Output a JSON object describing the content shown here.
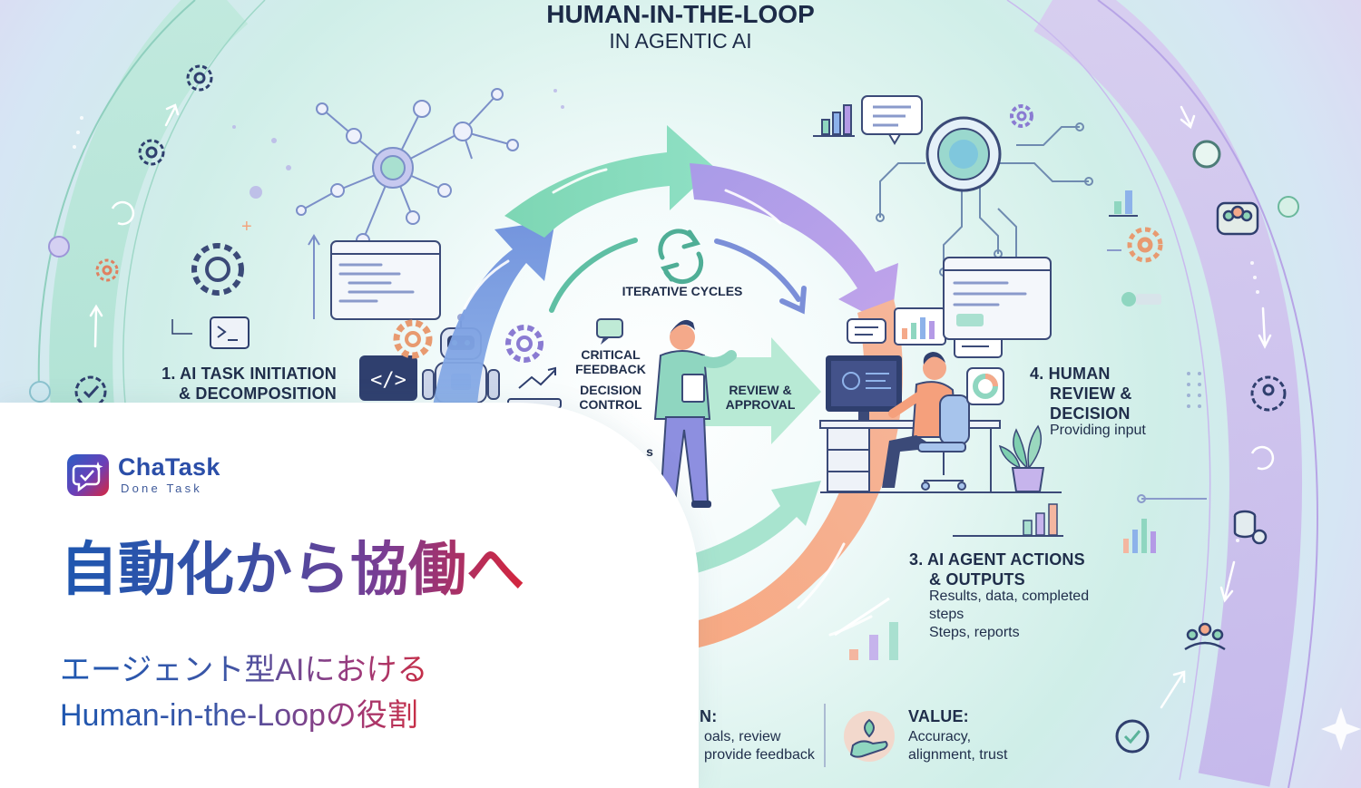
{
  "header": {
    "title": "HUMAN-IN-THE-LOOP",
    "subtitle": "IN AGENTIC AI"
  },
  "steps": {
    "step1": {
      "line1": "1. AI TASK INITIATION",
      "line2": "& DECOMPOSITION"
    },
    "step3": {
      "line1": "3. AI AGENT ACTIONS",
      "line2": "& OUTPUTS",
      "d1": "Results, data, completed",
      "d2": "steps",
      "d3": "Steps, reports"
    },
    "step4": {
      "line1": "4. HUMAN",
      "line2": "REVIEW &",
      "line3": "DECISION",
      "d1": "Providing input"
    }
  },
  "center": {
    "iterative": "ITERATIVE CYCLES",
    "critical1": "CRITICAL",
    "critical2": "FEEDBACK",
    "decision1": "DECISION",
    "decision2": "CONTROL",
    "review1": "REVIEW &",
    "review2": "APPROVAL",
    "partial": "s"
  },
  "bottom": {
    "left_heading": "N:",
    "left_d1": "oals, review",
    "left_d2": "provide feedback",
    "value_heading": "VALUE:",
    "value_d1": "Accuracy,",
    "value_d2": "alignment, trust"
  },
  "card": {
    "brand": "ChaTask",
    "brand_sub": "Done Task",
    "headline": "自動化から協働へ",
    "sub1": "エージェント型AIにおける",
    "sub2": "Human-in-the-Loopの役割"
  },
  "colors": {
    "teal": "#7fd8be",
    "blue": "#7d9be0",
    "purple": "#b49ae6",
    "orange": "#f6ad8a",
    "navy": "#2f3f6e"
  },
  "icons": [
    "gear-icon",
    "robot-icon",
    "person-icon",
    "monitor-icon",
    "code-icon",
    "refresh-icon",
    "network-icon",
    "chart-icon",
    "plant-icon",
    "chair-icon"
  ]
}
